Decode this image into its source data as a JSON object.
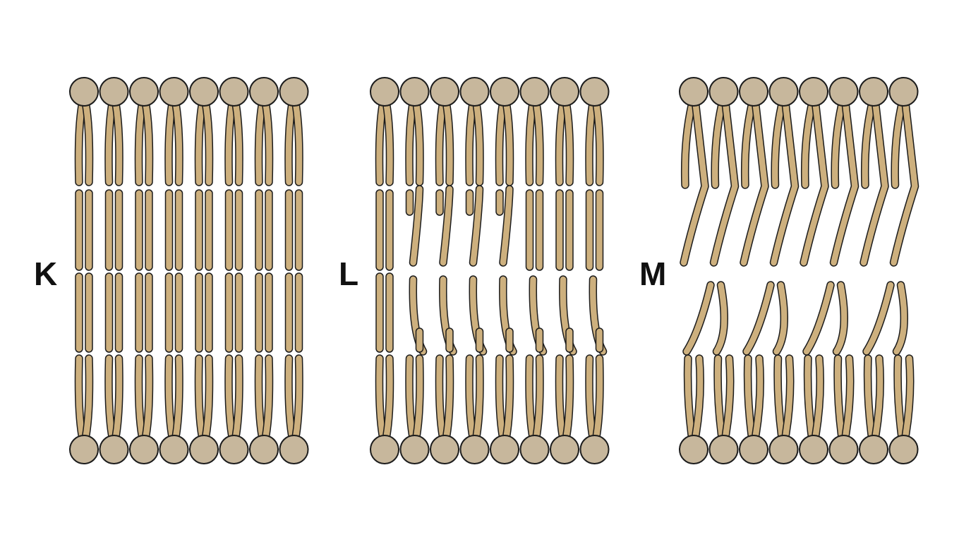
{
  "colors": {
    "background": "#ffffff",
    "head_fill": "#c7b79c",
    "tail_fill": "#cdb07e",
    "outline": "#1c1c1c"
  },
  "panels": [
    {
      "label": "K",
      "state": "ordered"
    },
    {
      "label": "L",
      "state": "partially-kinked"
    },
    {
      "label": "M",
      "state": "disordered"
    }
  ]
}
